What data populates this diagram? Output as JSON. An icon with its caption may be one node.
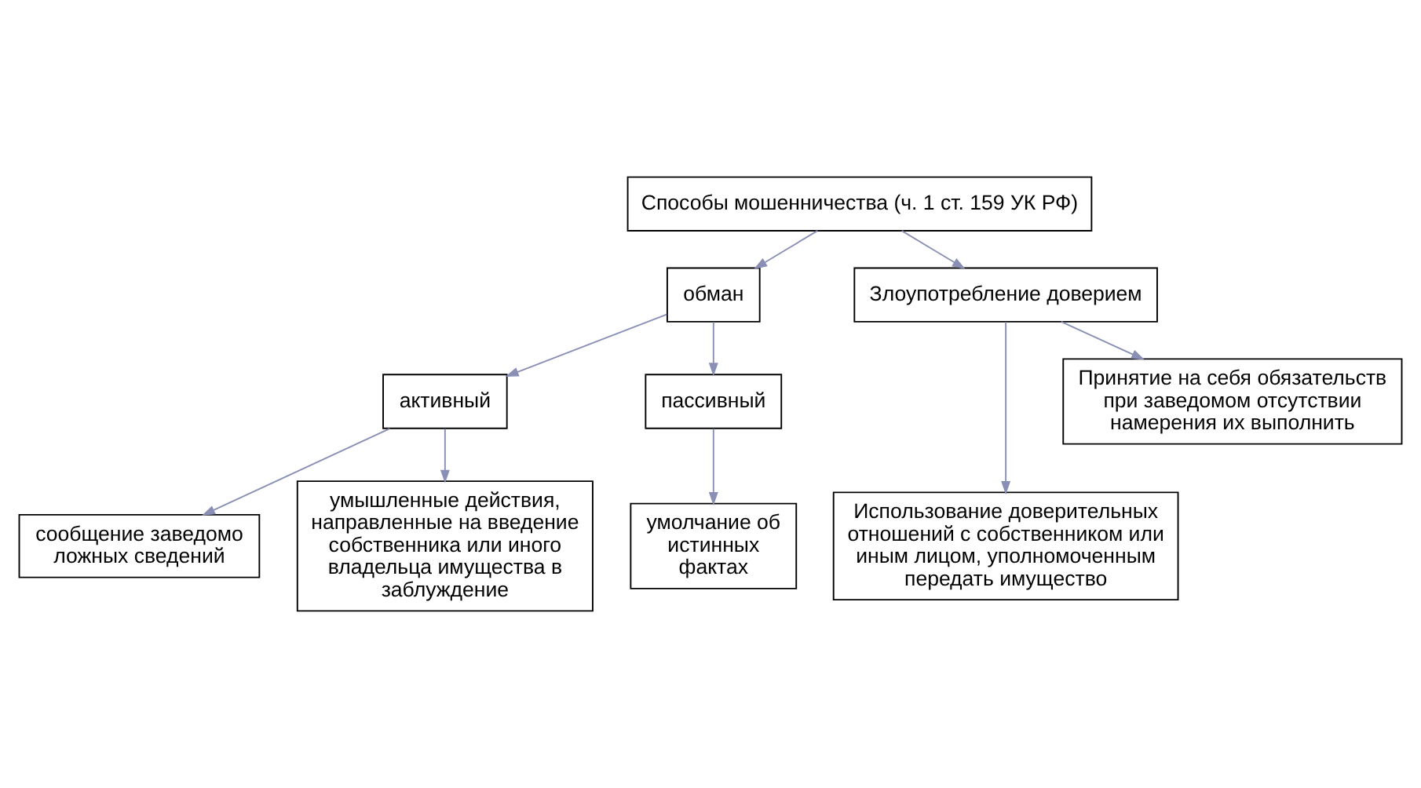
{
  "diagram": {
    "nodes": [
      {
        "text": [
          "Способы мошенничества (ч. 1 ст. 159 УК РФ)"
        ]
      },
      {
        "text": [
          "обман"
        ]
      },
      {
        "text": [
          "Злоупотребление доверием"
        ]
      },
      {
        "text": [
          "активный"
        ]
      },
      {
        "text": [
          "пассивный"
        ]
      },
      {
        "text": [
          "сообщение заведомо ложных сведений"
        ]
      },
      {
        "text": [
          "умышленные действия, направленные на введение собственника или иного владельца имущества в заблуждение"
        ]
      },
      {
        "text": [
          "умолчание об истинных фактах"
        ]
      },
      {
        "text": [
          "Использование доверительных отношений с собственником или иным лицом, уполномоченным передать имущество"
        ]
      },
      {
        "text": [
          "Принятие на себя обязательств при заведомом отсутствии намерения их выполнить"
        ]
      }
    ],
    "edges": [
      {
        "from": 0,
        "to": 1,
        "arrow": "to"
      },
      {
        "from": 0,
        "to": 2,
        "arrow": "to"
      },
      {
        "from": 1,
        "to": 3,
        "arrow": "to"
      },
      {
        "from": 1,
        "to": 4,
        "arrow": "to"
      },
      {
        "from": 3,
        "to": 5,
        "arrow": "to"
      },
      {
        "from": 3,
        "to": 6,
        "arrow": "to"
      },
      {
        "from": 4,
        "to": 7,
        "arrow": "to"
      },
      {
        "from": 2,
        "to": 8,
        "arrow": "to"
      },
      {
        "from": 2,
        "to": 9,
        "arrow": "to"
      }
    ]
  }
}
